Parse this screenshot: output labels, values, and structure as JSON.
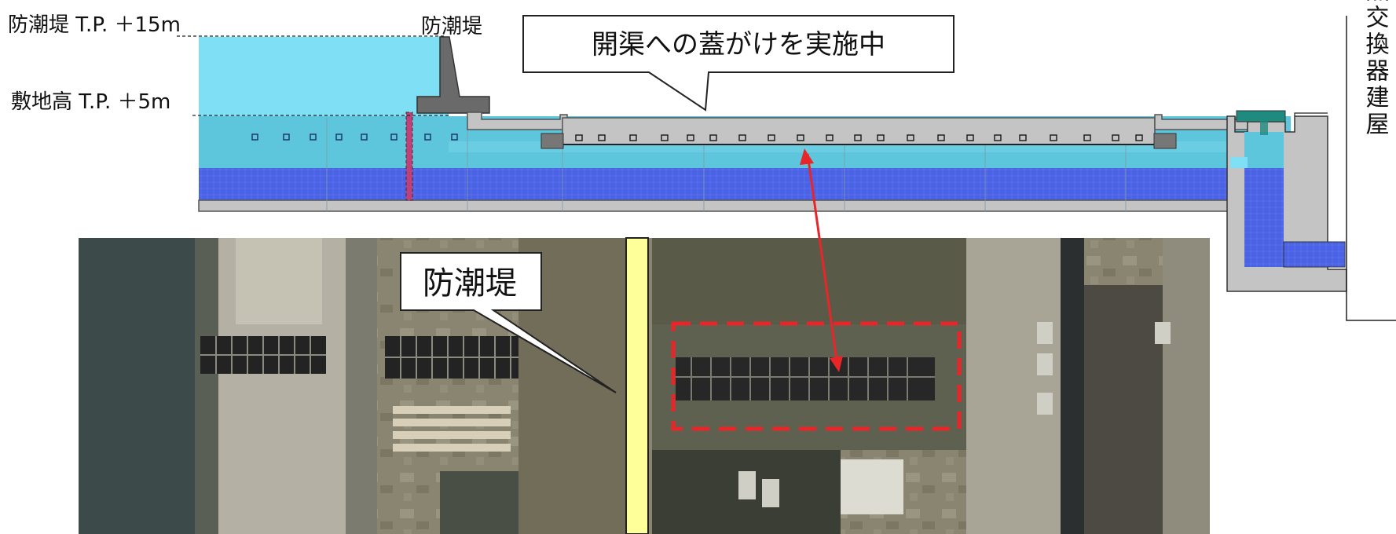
{
  "labels": {
    "seawall_height": "防潮堤 T.P. ＋15m",
    "site_height": "敷地高 T.P. ＋5m",
    "seawall_top": "防潮堤",
    "callout_main": "開渠への蓋がけを実施中",
    "callout_photo": "防潮堤",
    "building": "熱交換器建屋"
  },
  "colors": {
    "seawater_upper": "#7fe0f5",
    "channel_water": "#5ec6dc",
    "channel_deep": "#4a62e6",
    "concrete": "#c4c4c4",
    "concrete_dark": "#6a6a6a",
    "seawall_marker": "#c0407a",
    "highlight_red": "#e8262a",
    "seawall_line_yellow": "#ffff99",
    "pump_teal": "#1f8a80"
  }
}
